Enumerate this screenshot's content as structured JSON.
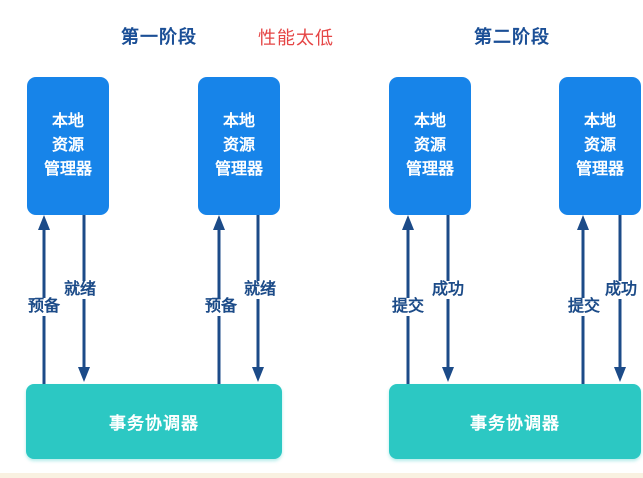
{
  "header": {
    "phase1_title": "第一阶段",
    "annotation": "性能太低",
    "phase2_title": "第二阶段"
  },
  "diagram": {
    "resource_manager": {
      "lines": [
        "本地",
        "资源",
        "管理器"
      ]
    },
    "coordinator_label": "事务协调器",
    "phase1": {
      "request_label": "预备",
      "response_label": "就绪"
    },
    "phase2": {
      "request_label": "提交",
      "response_label": "成功"
    },
    "colors": {
      "resource_manager_fill": "#1784e9",
      "coordinator_fill": "#2cc8c3",
      "arrow": "#1c4b88",
      "title_text": "#1b4f96",
      "annotation_text": "#e54545",
      "bottom_bar": "#f9f1e1"
    }
  }
}
